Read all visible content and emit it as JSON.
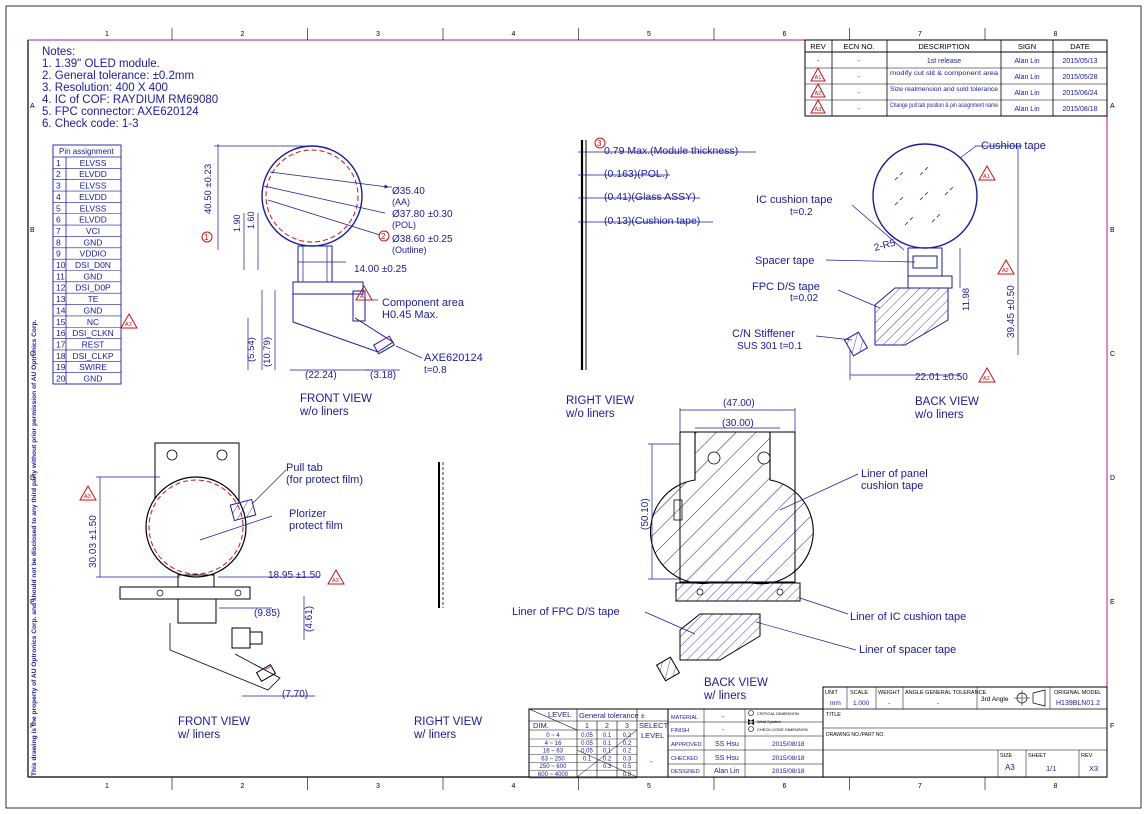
{
  "zone_cols": [
    "1",
    "2",
    "3",
    "4",
    "5",
    "6",
    "7",
    "8"
  ],
  "zone_rows": [
    "A",
    "B",
    "C",
    "D",
    "E",
    "F"
  ],
  "side_text": "This drawing is the property of AU Optronics Corp. and should not be disclosed to any third party without prior permission of AU Optronics Corp.",
  "notes": {
    "title": "Notes:",
    "lines": [
      "1. 1.39\" OLED module.",
      "2. General tolerance: ±0.2mm",
      "3. Resolution: 400 X 400",
      "4. IC of COF: RAYDIUM RM69080",
      "5. FPC connector:  AXE620124",
      "6. Check code: 1-3"
    ]
  },
  "pin_table": {
    "title": "Pin assignment",
    "pins": [
      [
        "1",
        "ELVSS"
      ],
      [
        "2",
        "ELVDD"
      ],
      [
        "3",
        "ELVSS"
      ],
      [
        "4",
        "ELVDD"
      ],
      [
        "5",
        "ELVSS"
      ],
      [
        "6",
        "ELVDD"
      ],
      [
        "7",
        "VCI"
      ],
      [
        "8",
        "GND"
      ],
      [
        "9",
        "VDDIO"
      ],
      [
        "10",
        "DSI_D0N"
      ],
      [
        "11",
        "GND"
      ],
      [
        "12",
        "DSI_D0P"
      ],
      [
        "13",
        "TE"
      ],
      [
        "14",
        "GND"
      ],
      [
        "15",
        "NC"
      ],
      [
        "16",
        "DSI_CLKN"
      ],
      [
        "17",
        "REST"
      ],
      [
        "18",
        "DSI_CLKP"
      ],
      [
        "19",
        "SWIRE"
      ],
      [
        "20",
        "GND"
      ]
    ]
  },
  "revision_table": {
    "headers": [
      "REV",
      "ECN NO.",
      "DESCRIPTION",
      "SIGN",
      "DATE"
    ],
    "rows": [
      [
        "-",
        "-",
        "1st release",
        "Alan Lin",
        "2015/05/13"
      ],
      [
        "A1",
        "-",
        "modify cut slit & component area",
        "Alan Lin",
        "2015/05/28"
      ],
      [
        "A2",
        "-",
        "Size realmension and sold tolerance",
        "Alan Lin",
        "2015/06/24"
      ],
      [
        "A3",
        "-",
        "Change pull tab position & pin assignment name",
        "Alan Lin",
        "2015/08/18"
      ]
    ]
  },
  "front_view": {
    "d_aa": "Ø35.40",
    "d_aa_note": "(AA)",
    "d_pol": "Ø37.80 ±0.30",
    "d_pol_note": "(POL)",
    "d_outline": "Ø38.60 ±0.25",
    "d_outline_note": "(Outline)",
    "height": "40.50 ±0.23",
    "dim_190": "1.90",
    "dim_160": "1.60",
    "width_14": "14.00 ±0.25",
    "dim_554": "(5.54)",
    "dim_1079": "(10.79)",
    "dim_2224": "(22.24)",
    "dim_318": "(3.18)",
    "component_area": "Component area",
    "component_height": "H0.45 Max.",
    "connector": "AXE620124",
    "connector_t": "t=0.8",
    "title": "FRONT VIEW",
    "subtitle": "w/o liners",
    "mark1": "1",
    "mark2": "2",
    "rev_a1": "A1",
    "rev_a3": "A3"
  },
  "right_view": {
    "thickness": "0.79 Max.(Module thickness)",
    "pol": "(0.163)(POL.)",
    "glass": "(0.41)(Glass ASSY)",
    "cushion": "(0.13)(Cushion tape)",
    "mark3": "3",
    "title": "RIGHT VIEW",
    "subtitle": "w/o liners"
  },
  "back_view": {
    "cushion_tape": "Cushion tape",
    "ic_cushion": "IC cushion tape",
    "ic_cushion_t": "t=0.2",
    "r5": "2-R5",
    "spacer": "Spacer tape",
    "fpc_ds": "FPC D/S tape",
    "fpc_ds_t": "t=0.02",
    "stiffener": "C/N Stiffener",
    "stiffener_spec": "SUS 301  t=0.1",
    "dim_1198": "11.98",
    "dim_3945": "39.45 ±0.50",
    "dim_2201": "22.01 ±0.50",
    "title": "BACK VIEW",
    "subtitle": "w/o liners",
    "rev_a1": "A1",
    "rev_a2": "A2"
  },
  "front_liners": {
    "pull_tab": "Pull tab",
    "pull_tab_note": "(for protect film)",
    "polarizer": "Plorizer",
    "polarizer_note": "protect film",
    "dim_3003": "30.03 ±1.50",
    "dim_1895": "18.95 ±1.50",
    "dim_985": "(9.85)",
    "dim_461": "(4.61)",
    "dim_770": "(7.70)",
    "title": "FRONT VIEW",
    "subtitle": "w/ liners",
    "rev_a3": "A3"
  },
  "right_liners": {
    "title": "RIGHT VIEW",
    "subtitle": "w/ liners"
  },
  "back_liners": {
    "dim_47": "(47.00)",
    "dim_30": "(30.00)",
    "dim_5010": "(50.10)",
    "panel_liner": "Liner of panel",
    "panel_liner2": "cushion tape",
    "fpc_liner": "Liner of FPC D/S tape",
    "ic_liner": "Liner of IC cushion tape",
    "spacer_liner": "Liner of spacer tape",
    "title": "BACK VIEW",
    "subtitle": "w/ liners"
  },
  "tolerance_table": {
    "title": "General tolerance ±",
    "level": "LEVEL",
    "dim": "DIM.",
    "select": "SELECT",
    "select2": "LEVEL",
    "cols": [
      "1",
      "2",
      "3"
    ],
    "rows": [
      [
        "0 ~ 4",
        "0.05",
        "0.1",
        "0.2"
      ],
      [
        "4 ~ 16",
        "0.05",
        "0.1",
        "0.2"
      ],
      [
        "16 ~ 63",
        "0.05",
        "0.1",
        "0.2"
      ],
      [
        "63 ~ 250",
        "0.1",
        "0.2",
        "0.3"
      ],
      [
        "250 ~ 600",
        "",
        "0.3",
        "0.5"
      ],
      [
        "600 ~ 4000",
        "",
        "",
        "0.8"
      ]
    ],
    "level_value": "-"
  },
  "title_block": {
    "material_label": "MATERIAL",
    "material": "-",
    "finish_label": "FINISH",
    "finish": "-",
    "approved_label": "APPROVED",
    "approved": "SS Hsu",
    "approved_date": "2015/08/18",
    "checked_label": "CHECKED",
    "checked": "SS Hsu",
    "checked_date": "2015/08/18",
    "designed_label": "DESIGNED",
    "designed": "Alan Lin",
    "designed_date": "2015/08/18",
    "sym1": "CRITICAL DIMENSION",
    "sym2": "Weld Symbol",
    "sym3": "CHECK-CODE DIMENSION",
    "unit_label": "UNIT",
    "unit": "mm",
    "scale_label": "SCALE",
    "scale": "1.000",
    "weight_label": "WEIGHT",
    "weight": "-",
    "angle_label": "ANGLE GENERAL TOLERANCE",
    "angle": "-",
    "projection": "3rd Angle",
    "model_label": "ORIGINAL MODEL",
    "model": "H139BLN01.2",
    "title_label": "TITLE",
    "drawing_label": "DRAWING NO./PART NO.",
    "size_label": "SIZE",
    "size": "A3",
    "sheet_label": "SHEET",
    "sheet": "1/1",
    "rev_label": "REV",
    "rev": "X3"
  },
  "colors": {
    "ink": "#1a1aa0",
    "frame": "#c0178f",
    "rev_mark": "#d01010"
  }
}
